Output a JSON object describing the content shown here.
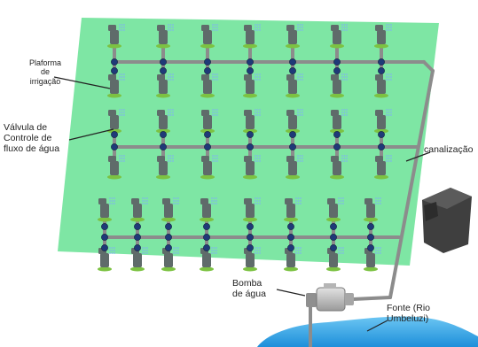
{
  "labels": {
    "platform": [
      "Plaforma",
      "de",
      "irrigação"
    ],
    "valve": [
      "Válvula de",
      "Controle de",
      "fluxo de água"
    ],
    "pipe": "canalização",
    "pump": [
      "Bomba",
      "de água"
    ],
    "source": [
      "Fonte (Rio",
      "Umbeluzi)"
    ]
  },
  "colors": {
    "field": "#7ee6a4",
    "pipe": "#8c8c8c",
    "valve": "#1f3a78",
    "plant": "#5f6b6a",
    "grass": "#7cc242",
    "water": "#2fa3e6",
    "spray": "#7fb8e8",
    "rock": "#4a4a4a"
  },
  "icons": {
    "sprinkler": "sprinkler-platform-icon",
    "valve": "valve-dot-icon",
    "pump": "water-pump-icon",
    "tank": "rock-tank-icon"
  }
}
